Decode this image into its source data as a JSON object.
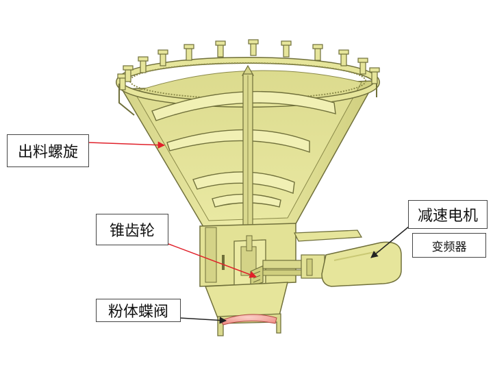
{
  "labels": {
    "discharge_screw": "出料螺旋",
    "bevel_gear": "锥齿轮",
    "powder_butterfly_valve": "粉体蝶阀",
    "reduction_motor": "减速电机",
    "inverter": "变频器"
  },
  "colors": {
    "body_fill": "#E6E59B",
    "body_dark": "#C9C874",
    "outline": "#6F6F3A",
    "leader_line": "#E0202A",
    "valve_fill": "#F2A7A0"
  }
}
